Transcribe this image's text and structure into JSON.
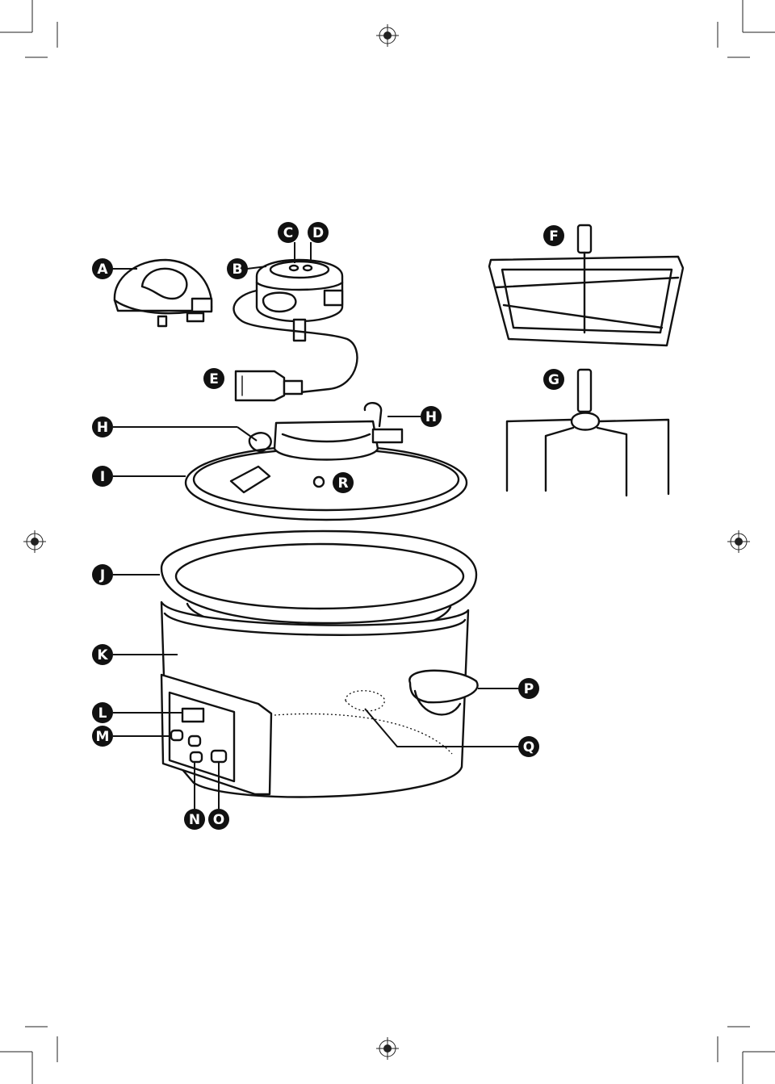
{
  "diagram": {
    "labels": {
      "A": "A",
      "B": "B",
      "C": "C",
      "D": "D",
      "E": "E",
      "F": "F",
      "G": "G",
      "H1": "H",
      "H2": "H",
      "I": "I",
      "J": "J",
      "K": "K",
      "L": "L",
      "M": "M",
      "N": "N",
      "O": "O",
      "P": "P",
      "Q": "Q",
      "R": "R"
    },
    "part_icons": {
      "A": "lid-handle-cover-icon",
      "B": "lid-control-module-icon",
      "E": "power-plug-icon",
      "F": "flat-paddle-stirrer-icon",
      "G": "fork-stirrer-icon",
      "I": "glass-lid-icon",
      "J": "cooking-pot-rim-icon",
      "K": "cooker-base-icon",
      "L": "display-icon",
      "P": "side-handle-icon"
    },
    "colors": {
      "ink": "#111111",
      "paper": "#ffffff"
    }
  }
}
